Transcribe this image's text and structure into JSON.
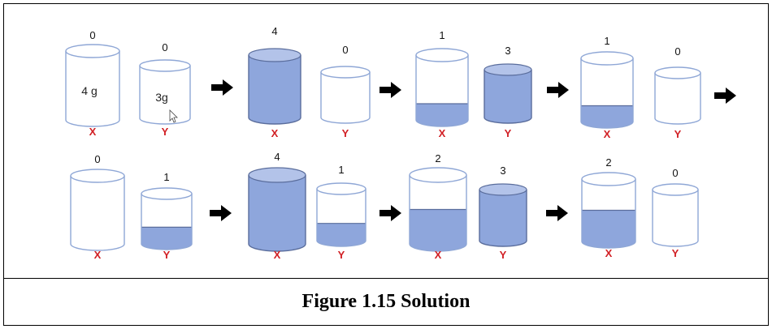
{
  "caption": "Figure 1.15 Solution",
  "colors": {
    "fill": "#8ea6dc",
    "fill_top": "#b3c3e9",
    "stroke": "#5a6d9c",
    "tank_label": "#d11f24",
    "arrow": "#000000"
  },
  "rows": [
    {
      "states": [
        {
          "x": {
            "amount": "0",
            "fill": 0,
            "capacity_text": "4 g"
          },
          "y": {
            "amount": "0",
            "fill": 0,
            "capacity_text": "3g"
          }
        },
        {
          "x": {
            "amount": "4",
            "fill": 1
          },
          "y": {
            "amount": "0",
            "fill": 0
          }
        },
        {
          "x": {
            "amount": "1",
            "fill": 0.25
          },
          "y": {
            "amount": "3",
            "fill": 1
          }
        },
        {
          "x": {
            "amount": "1",
            "fill": 0.25
          },
          "y": {
            "amount": "0",
            "fill": 0
          }
        }
      ]
    },
    {
      "states": [
        {
          "x": {
            "amount": "0",
            "fill": 0
          },
          "y": {
            "amount": "1",
            "fill": 0.333
          }
        },
        {
          "x": {
            "amount": "4",
            "fill": 1
          },
          "y": {
            "amount": "1",
            "fill": 0.333
          }
        },
        {
          "x": {
            "amount": "2",
            "fill": 0.5
          },
          "y": {
            "amount": "3",
            "fill": 1
          }
        },
        {
          "x": {
            "amount": "2",
            "fill": 0.5
          },
          "y": {
            "amount": "0",
            "fill": 0
          }
        }
      ]
    }
  ],
  "tank_labels": {
    "x": "X",
    "y": "Y"
  }
}
